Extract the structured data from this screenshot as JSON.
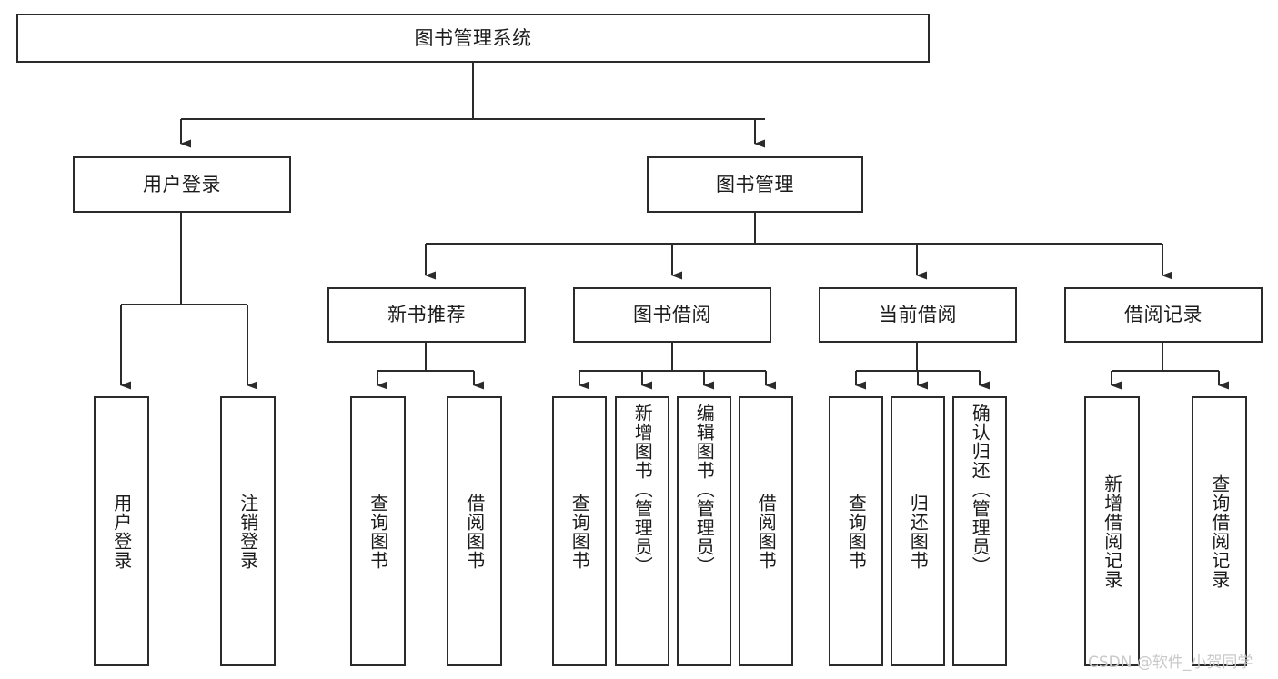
{
  "diagram": {
    "title": "图书管理系统",
    "type": "hierarchy-tree",
    "watermark": "CSDN @软件_小贺同学",
    "colors": {
      "stroke": "#2b2b2b",
      "fill": "#ffffff",
      "text": "#1b1b1b",
      "watermark": "#c9c9c9"
    },
    "levels": [
      {
        "level": 0,
        "nodes": [
          {
            "id": "root",
            "label": "图书管理系统",
            "orientation": "horizontal"
          }
        ]
      },
      {
        "level": 1,
        "nodes": [
          {
            "id": "user-login",
            "label": "用户登录",
            "orientation": "horizontal",
            "parent": "root"
          },
          {
            "id": "book-manage",
            "label": "图书管理",
            "orientation": "horizontal",
            "parent": "root"
          }
        ]
      },
      {
        "level": 2,
        "nodes": [
          {
            "id": "new-book-rec",
            "label": "新书推荐",
            "orientation": "horizontal",
            "parent": "book-manage"
          },
          {
            "id": "book-borrow",
            "label": "图书借阅",
            "orientation": "horizontal",
            "parent": "book-manage"
          },
          {
            "id": "current-borrow",
            "label": "当前借阅",
            "orientation": "horizontal",
            "parent": "book-manage"
          },
          {
            "id": "borrow-record",
            "label": "借阅记录",
            "orientation": "horizontal",
            "parent": "book-manage"
          }
        ]
      },
      {
        "level": 3,
        "nodes": [
          {
            "id": "leaf-user-login",
            "label": "用户登录",
            "orientation": "vertical",
            "parent": "user-login"
          },
          {
            "id": "leaf-user-logout",
            "label": "注销登录",
            "orientation": "vertical",
            "parent": "user-login"
          },
          {
            "id": "leaf-query-book-1",
            "label": "查询图书",
            "orientation": "vertical",
            "parent": "new-book-rec"
          },
          {
            "id": "leaf-borrow-book-1",
            "label": "借阅图书",
            "orientation": "vertical",
            "parent": "new-book-rec"
          },
          {
            "id": "leaf-query-book-2",
            "label": "查询图书",
            "orientation": "vertical",
            "parent": "book-borrow"
          },
          {
            "id": "leaf-add-book",
            "label": "新增图书（管理员）",
            "orientation": "vertical",
            "parent": "book-borrow"
          },
          {
            "id": "leaf-edit-book",
            "label": "编辑图书（管理员）",
            "orientation": "vertical",
            "parent": "book-borrow"
          },
          {
            "id": "leaf-borrow-book-2",
            "label": "借阅图书",
            "orientation": "vertical",
            "parent": "book-borrow"
          },
          {
            "id": "leaf-query-book-3",
            "label": "查询图书",
            "orientation": "vertical",
            "parent": "current-borrow"
          },
          {
            "id": "leaf-return-book",
            "label": "归还图书",
            "orientation": "vertical",
            "parent": "current-borrow"
          },
          {
            "id": "leaf-confirm-return",
            "label": "确认归还（管理员）",
            "orientation": "vertical",
            "parent": "current-borrow"
          },
          {
            "id": "leaf-add-record",
            "label": "新增借阅记录",
            "orientation": "vertical",
            "parent": "borrow-record"
          },
          {
            "id": "leaf-query-record",
            "label": "查询借阅记录",
            "orientation": "vertical",
            "parent": "borrow-record"
          }
        ]
      }
    ]
  }
}
